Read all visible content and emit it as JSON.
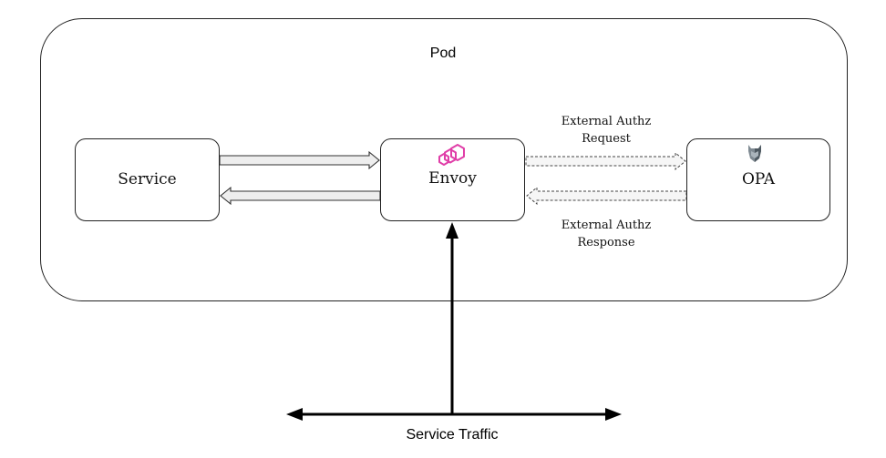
{
  "pod": {
    "label": "Pod"
  },
  "nodes": {
    "service": {
      "label": "Service"
    },
    "envoy": {
      "label": "Envoy",
      "icon": "envoy-logo-icon",
      "icon_color": "#e03ea8"
    },
    "opa": {
      "label": "OPA",
      "icon": "opa-logo-icon"
    }
  },
  "annotations": {
    "request": {
      "line1": "External Authz",
      "line2": "Request"
    },
    "response": {
      "line1": "External Authz",
      "line2": "Response"
    }
  },
  "traffic": {
    "label": "Service Traffic"
  }
}
